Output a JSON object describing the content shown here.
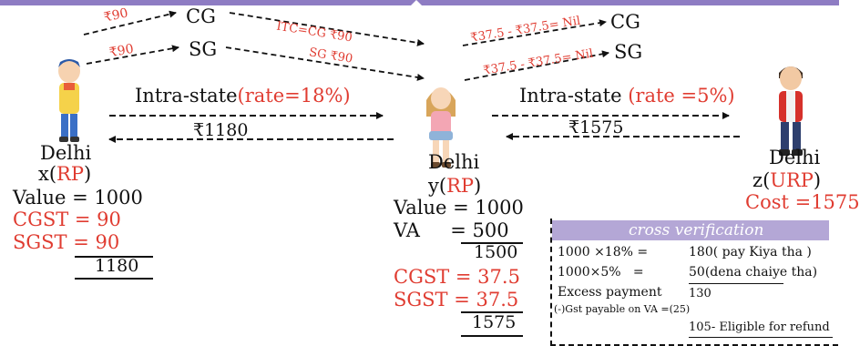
{
  "flows": {
    "cg_label": "CG",
    "sg_label": "SG",
    "cg_amount": "₹90",
    "sg_amount": "₹90",
    "itc_cg": "ITC=CG ₹90",
    "itc_sg": "SG ₹90",
    "right_cg_label": "CG",
    "right_sg_label": "SG",
    "right_cg_calc": "₹37.5 - ₹37.5= Nil",
    "right_sg_calc": "₹37.5 - ₹37.5= Nil",
    "left_intra_prefix": "Intra-state",
    "left_intra_rate": "(rate=18%)",
    "left_payment": "₹1180",
    "right_intra_prefix": "Intra-state",
    "right_intra_rate": "(rate =5%)",
    "right_payment": "₹1575"
  },
  "party_x": {
    "city": "Delhi",
    "name_prefix": "x(",
    "name_tag": "RP",
    "name_suffix": ")",
    "value": "Value = 1000",
    "cgst": "CGST = 90",
    "sgst": "SGST = 90",
    "total": "1180"
  },
  "party_y": {
    "city": "Delhi",
    "name_prefix": "y(",
    "name_tag": "RP",
    "name_suffix": ")",
    "value": "Value = 1000",
    "va": "VA     = 500",
    "subtotal": "1500",
    "cgst": "CGST = 37.5",
    "sgst": "SGST = 37.5",
    "total": "1575"
  },
  "party_z": {
    "city": "Delhi",
    "name_prefix": "z(",
    "name_tag": "URP",
    "name_suffix": ")",
    "cost": "Cost =1575"
  },
  "cross_verification": {
    "title": "cross verification",
    "row1_left": "1000 ×18% =",
    "row1_right": "180( pay Kiya tha )",
    "row2_left": "1000×5%   =",
    "row2_right": "50(dena chaiye tha)",
    "row3_left": "Excess payment",
    "row3_right": "130",
    "row4": "(-)Gst payable on VA =(25)",
    "row5": "105- Eligible for refund"
  }
}
